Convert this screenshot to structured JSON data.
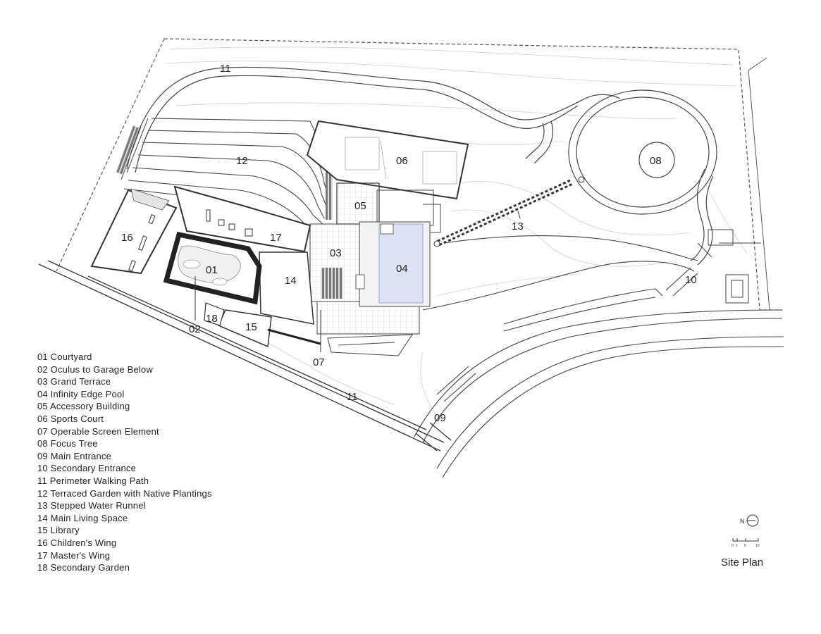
{
  "plan": {
    "title": "Site Plan",
    "north_label": "N",
    "scale_ticks": [
      "0",
      "1",
      "5",
      "10"
    ],
    "callouts": {
      "c01": "01",
      "c02": "02",
      "c03": "03",
      "c04": "04",
      "c05": "05",
      "c06": "06",
      "c07": "07",
      "c08": "08",
      "c09": "09",
      "c10": "10",
      "c11a": "11",
      "c11b": "11",
      "c12": "12",
      "c13": "13",
      "c14": "14",
      "c15": "15",
      "c16": "16",
      "c17": "17",
      "c18": "18"
    },
    "legend": [
      "01 Courtyard",
      "02 Oculus to Garage Below",
      "03 Grand Terrace",
      "04 Infinity Edge Pool",
      "05 Accessory Building",
      "06 Sports Court",
      "07 Operable Screen Element",
      "08 Focus Tree",
      "09 Main Entrance",
      "10 Secondary Entrance",
      "11 Perimeter Walking Path",
      "12 Terraced Garden with Native Plantings",
      "13 Stepped Water Runnel",
      "14 Main Living Space",
      "15 Library",
      "16 Children's Wing",
      "17 Master's Wing",
      "18 Secondary Garden"
    ]
  },
  "colors": {
    "line": "#3a3a3a",
    "thin_line": "#8a8a8a",
    "pool": "#dde3f3",
    "pool_edge": "#9aa6cf",
    "paving": "#eeeeee"
  }
}
